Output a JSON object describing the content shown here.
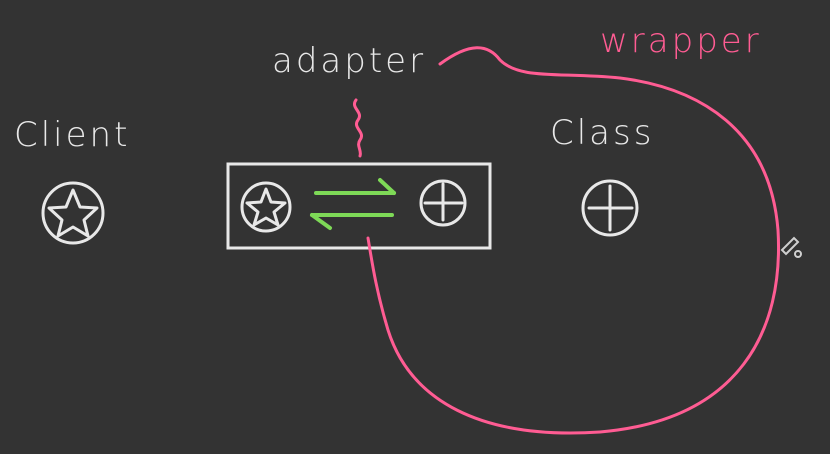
{
  "diagram": {
    "labels": {
      "client": "Client",
      "adapter": "adapter",
      "class": "Class",
      "wrapper": "wrapper"
    },
    "icons": {
      "client": "star-circle-icon",
      "adapter_inner_client": "star-circle-icon",
      "adapter_inner_class": "plus-circle-icon",
      "class": "plus-circle-icon",
      "arrows": "bidirectional-arrows-icon",
      "cursor": "pen-cursor-icon"
    },
    "colors": {
      "background": "#333333",
      "chalk": "#e8e8e8",
      "wrapper": "#ff5c93",
      "arrows": "#7ed957"
    }
  }
}
